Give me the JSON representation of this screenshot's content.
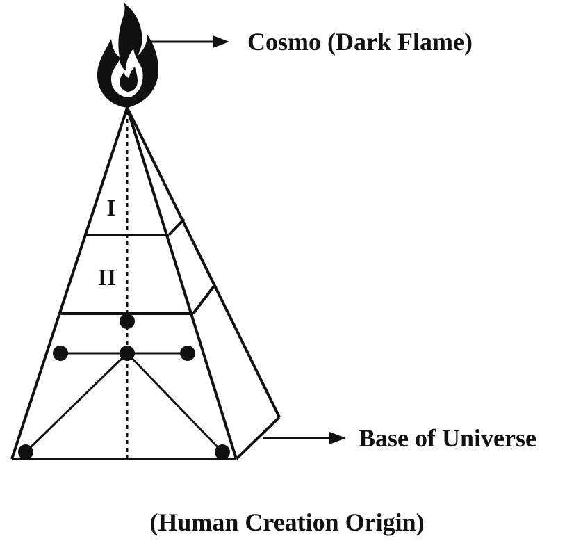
{
  "labels": {
    "flame": "Cosmo (Dark Flame)",
    "base": "Base of Universe",
    "caption": "(Human Creation Origin)",
    "level_1": "I",
    "level_2": "II"
  },
  "icons": {
    "flame": "flame-icon"
  },
  "colors": {
    "ink": "#111111",
    "background": "#ffffff"
  }
}
